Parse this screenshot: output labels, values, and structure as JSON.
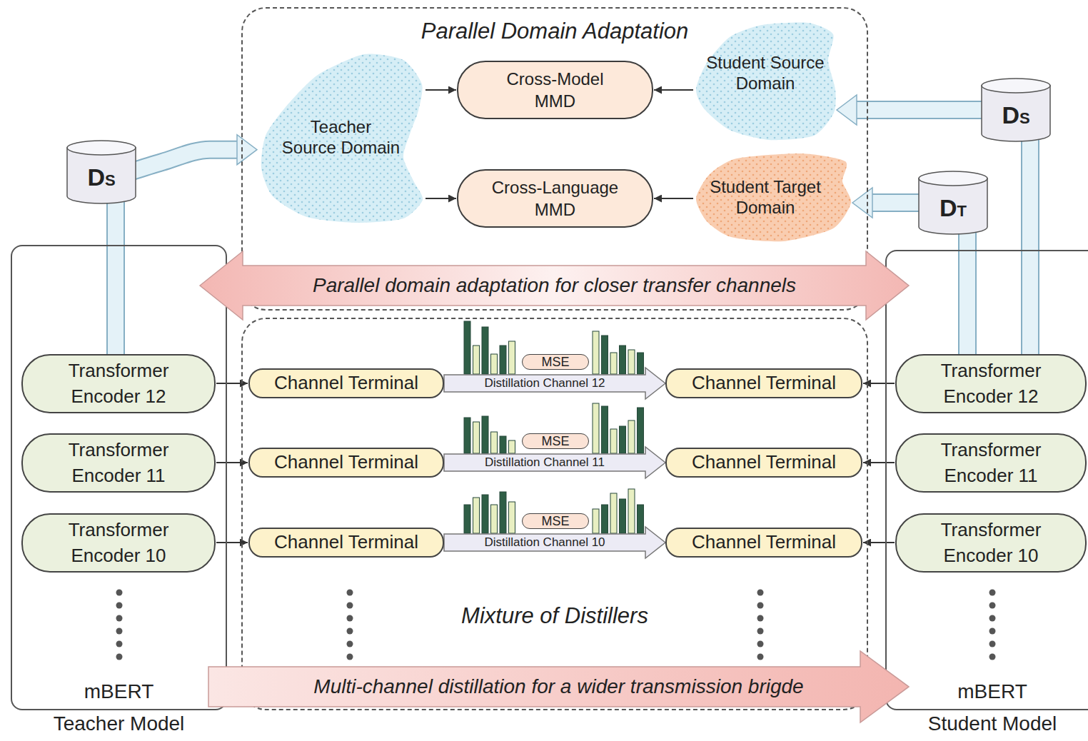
{
  "diagram": {
    "nodes": [
      {
        "text": [
          "Parallel Domain Adaptation"
        ]
      },
      {
        "text": [
          "Teacher Source Domain"
        ],
        "in": 0
      },
      {
        "text": [
          "Cross-Model MMD"
        ],
        "in": 0
      },
      {
        "text": [
          "Student Source Domain"
        ],
        "in": 0
      },
      {
        "text": [
          "Cross-Language MMD"
        ],
        "in": 0
      },
      {
        "text": [
          "Student Target Domain"
        ],
        "in": 0
      },
      {
        "text": [
          "DS"
        ]
      },
      {
        "text": [
          "DS"
        ]
      },
      {
        "text": [
          "DT"
        ]
      },
      {
        "text": [
          "mBERT",
          "Teacher Model"
        ]
      },
      {
        "text": [
          "Transformer Encoder 12"
        ],
        "in": 9
      },
      {
        "text": [
          "Transformer Encoder 11"
        ],
        "in": 9
      },
      {
        "text": [
          "Transformer Encoder 10"
        ],
        "in": 9
      },
      {
        "text": [
          "mBERT",
          "Student Model"
        ]
      },
      {
        "text": [
          "Transformer Encoder 12"
        ],
        "in": 13
      },
      {
        "text": [
          "Transformer Encoder 11"
        ],
        "in": 13
      },
      {
        "text": [
          "Transformer Encoder 10"
        ],
        "in": 13
      },
      {
        "text": [
          "Mixture of Distillers"
        ]
      },
      {
        "text": [
          "Channel Terminal"
        ],
        "in": 17
      },
      {
        "text": [
          "Channel Terminal"
        ],
        "in": 17
      },
      {
        "text": [
          "Channel Terminal"
        ],
        "in": 17
      },
      {
        "text": [
          "Channel Terminal"
        ],
        "in": 17
      },
      {
        "text": [
          "Channel Terminal"
        ],
        "in": 17
      },
      {
        "text": [
          "Channel Terminal"
        ],
        "in": 17
      },
      {
        "text": [
          "Parallel domain adaptation for closer transfer channels"
        ]
      },
      {
        "text": [
          "Multi-channel distillation for a wider transmission brigde"
        ]
      }
    ],
    "edges": [
      {
        "from": 6,
        "to": 1,
        "arrow": "to"
      },
      {
        "from": 1,
        "to": 2,
        "arrow": "to"
      },
      {
        "from": 3,
        "to": 2,
        "arrow": "to"
      },
      {
        "from": 1,
        "to": 4,
        "arrow": "to"
      },
      {
        "from": 5,
        "to": 4,
        "arrow": "to"
      },
      {
        "from": 7,
        "to": 3,
        "arrow": "to"
      },
      {
        "from": 8,
        "to": 5,
        "arrow": "to"
      },
      {
        "from": 10,
        "to": 6,
        "arrow": "none"
      },
      {
        "from": 14,
        "to": 7,
        "arrow": "none"
      },
      {
        "from": 14,
        "to": 8,
        "arrow": "none"
      },
      {
        "from": 10,
        "to": 18,
        "arrow": "to"
      },
      {
        "from": 11,
        "to": 20,
        "arrow": "to"
      },
      {
        "from": 12,
        "to": 22,
        "arrow": "to"
      },
      {
        "from": 14,
        "to": 19,
        "arrow": "to"
      },
      {
        "from": 15,
        "to": 21,
        "arrow": "to"
      },
      {
        "from": 16,
        "to": 23,
        "arrow": "to"
      },
      {
        "from": 18,
        "to": 19,
        "arrow": "to",
        "label": "Distillation Channel 12"
      },
      {
        "from": 20,
        "to": 21,
        "arrow": "to",
        "label": "Distillation Channel 11"
      },
      {
        "from": 22,
        "to": 23,
        "arrow": "to",
        "label": "Distillation Channel 10"
      }
    ],
    "labels": [
      "MSE",
      "MSE",
      "MSE"
    ]
  }
}
